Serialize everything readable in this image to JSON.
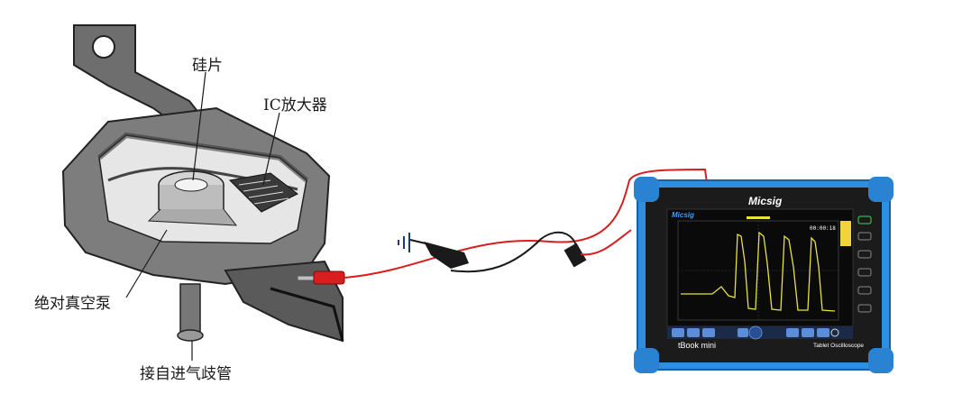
{
  "labels": {
    "silicon_chip": "硅片",
    "ic_amplifier": "IC放大器",
    "vacuum_chamber": "绝对真空泵",
    "intake_connection": "接自进气歧管"
  },
  "oscilloscope": {
    "brand": "Micsig",
    "screen_logo": "Micsig",
    "model": "tBook mini",
    "subtitle": "Tablet Oscilloscope",
    "time_readout": "00:00:18",
    "colors": {
      "frame": "#2f8ee0",
      "screen": "#0a0a0a",
      "trace": "#e8e23a",
      "accent": "#f2d43a"
    }
  },
  "colors": {
    "probe_wire": "#d81e1e",
    "ground_wire": "#1a1a1a",
    "sensor_ink": "#3a3a3a"
  }
}
